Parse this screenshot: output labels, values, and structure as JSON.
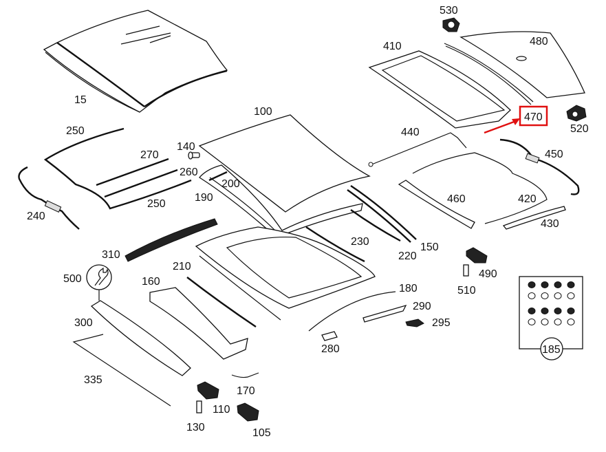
{
  "diagram": {
    "title": "Sliding roof / panorama roof exploded parts diagram",
    "highlight_color": "#e01010",
    "highlighted_part": "470",
    "labels": {
      "p15": "15",
      "p100": "100",
      "p105": "105",
      "p110": "110",
      "p130": "130",
      "p140": "140",
      "p150": "150",
      "p160": "160",
      "p170": "170",
      "p180": "180",
      "p185": "185",
      "p190": "190",
      "p200": "200",
      "p210": "210",
      "p220": "220",
      "p230": "230",
      "p240": "240",
      "p250a": "250",
      "p250b": "250",
      "p260": "260",
      "p270": "270",
      "p280": "280",
      "p290": "290",
      "p295": "295",
      "p300": "300",
      "p310": "310",
      "p335": "335",
      "p410": "410",
      "p420": "420",
      "p430": "430",
      "p440": "440",
      "p450": "450",
      "p460": "460",
      "p470": "470",
      "p480": "480",
      "p490": "490",
      "p500": "500",
      "p510": "510",
      "p520": "520",
      "p530": "530"
    },
    "icons": {
      "p500": "wrench-icon"
    }
  }
}
